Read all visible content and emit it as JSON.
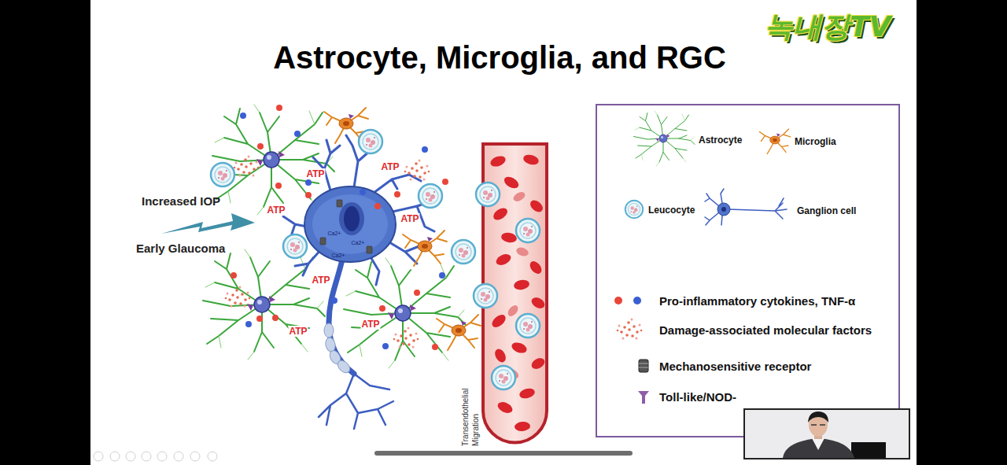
{
  "diagram": {
    "title": "Astrocyte, Microglia, and RGC",
    "labels": [
      "녹내장TV",
      "Increased IOP",
      "Early Glaucoma",
      "ATP",
      "ATP",
      "ATP",
      "ATP",
      "ATP",
      "ATP",
      "ATP",
      "Ca2+",
      "Ca2+",
      "Ca2+",
      "Transendothelial Migration"
    ],
    "legend": [
      {
        "text": "Astrocyte"
      },
      {
        "text": "Microglia"
      },
      {
        "text": "Leucocyte"
      },
      {
        "text": "Ganglion cell"
      },
      {
        "text": "Pro-inflammatory cytokines, TNF-α"
      },
      {
        "text": "Damage-associated molecular factors"
      },
      {
        "text": "Mechanosensitive receptor"
      },
      {
        "text": "Toll-like/NOD-"
      }
    ]
  }
}
